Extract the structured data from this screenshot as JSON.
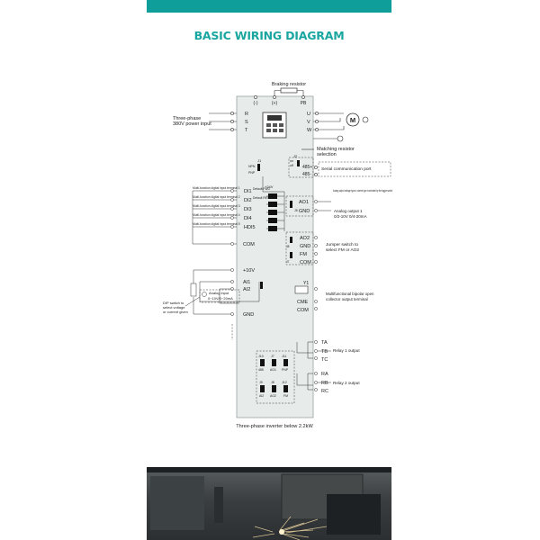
{
  "title": "BASIC WIRING DIAGRAM",
  "caption": "Three-phase inverter below 2.2kW",
  "braking": {
    "label": "Braking resistor",
    "minus": "(-)",
    "plus": "(+)",
    "pb": "PB"
  },
  "power_input": {
    "line1": "Three-phase",
    "line2": "380V power input"
  },
  "inputs": [
    "R",
    "S",
    "T"
  ],
  "outputs": [
    "U",
    "V",
    "W"
  ],
  "motor": "M",
  "matching": {
    "line1": "Matching resistor",
    "line2": "selection"
  },
  "comm": {
    "j_label": "J2",
    "on": "on",
    "off": "off",
    "t1": "485+",
    "t2": "485-",
    "desc": "Serial communication port"
  },
  "j1": {
    "label": "J1",
    "npn": "NPN",
    "pnp": "PNP",
    "v24": "+24V"
  },
  "di_desc": [
    "Multi-function digital input terminal 1",
    "Multi-function digital input terminal 2",
    "Multi-function digital input terminal 3",
    "Multi-function digital input terminal 4",
    "Multi-function digital input terminal 5"
  ],
  "di_terms": [
    "DI1",
    "DI2",
    "DI3",
    "DI4",
    "HDI5"
  ],
  "di_defaults": [
    "Default FWD",
    "Default REV"
  ],
  "com": "COM",
  "ao1": {
    "terms": [
      "AO1",
      "GND"
    ],
    "j": "J5",
    "desc": "Analog output voltage type or current type is selected by the toggle switch",
    "out_line1": "Analog output 1",
    "out_line2": "0/2-10V  0/4-20mA"
  },
  "ao2": {
    "terms": [
      "AO2",
      "GND",
      "FM",
      "COM"
    ],
    "j1": "J8",
    "j2": "J7",
    "desc1": "Jumper switch to",
    "desc2": "select FM or AO2"
  },
  "analog_in": {
    "terms": [
      "+10V",
      "AI1",
      "AI2",
      "GND"
    ],
    "ain_line1": "Analog input",
    "ain_line2": "0~10V/0~20mA",
    "dip1": "DIP switch to",
    "dip2": "select voltage",
    "dip3": "or current given",
    "j": "J3"
  },
  "y1": {
    "term": "Y1",
    "cme": "CME",
    "com": "COM",
    "desc1": "Multifunctional bipolar open",
    "desc2": "collector output terminal"
  },
  "relay1": {
    "terms": [
      "TA",
      "TB",
      "TC"
    ],
    "label": "Relay 1 output"
  },
  "relay2": {
    "terms": [
      "RA",
      "RB",
      "RC"
    ],
    "label": "Relay 2 output"
  },
  "jumpers": {
    "row1": [
      "J10",
      "J7",
      "J11"
    ],
    "row1_labels": [
      "485",
      "AO1",
      "PNP"
    ],
    "row2": [
      "J9",
      "J8",
      "J12"
    ],
    "row2_labels": [
      "AI2",
      "AO2",
      "FM"
    ]
  },
  "colors": {
    "accent": "#0f9e99",
    "title": "#1aa6a0",
    "panel": "#e7eceb"
  }
}
